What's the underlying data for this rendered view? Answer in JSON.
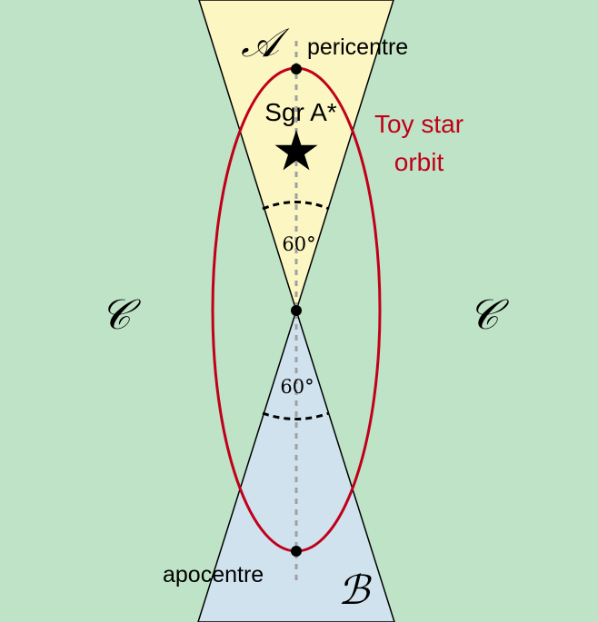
{
  "regions": {
    "top": "𝒜",
    "bottom": "ℬ",
    "left": "𝒞",
    "right": "𝒞"
  },
  "labels": {
    "pericentre": "pericentre",
    "apocentre": "apocentre",
    "source": "Sgr A*",
    "orbit_line1": "Toy star",
    "orbit_line2": "orbit",
    "angle_top": "60°",
    "angle_bottom": "60°"
  },
  "colors": {
    "background": "#bfe3c6",
    "cone_top": "#fbf6c2",
    "cone_bottom": "#cfe2ee",
    "orbit": "#c0001a",
    "axis": "#a0a0a0"
  }
}
